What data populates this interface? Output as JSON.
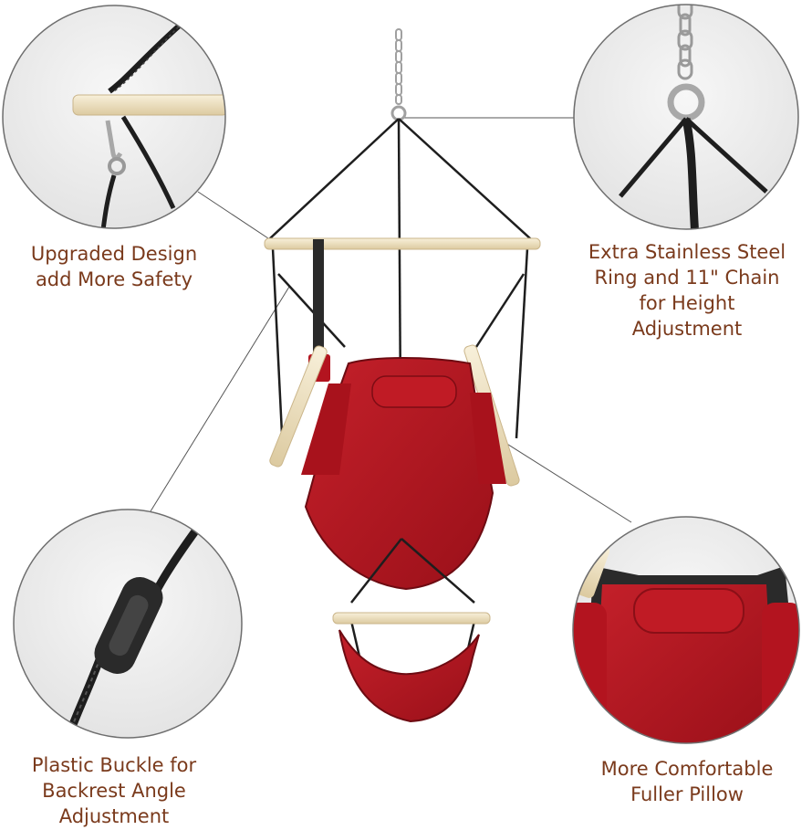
{
  "captions": {
    "top_left": [
      "Upgraded Design",
      "add More Safety"
    ],
    "top_right": [
      "Extra Stainless Steel",
      "Ring and 11\" Chain",
      "for Height",
      "Adjustment"
    ],
    "bottom_left": [
      "Plastic Buckle for",
      "Backrest Angle",
      "Adjustment"
    ],
    "bottom_right": [
      "More Comfortable",
      "Fuller Pillow"
    ]
  },
  "colors": {
    "caption_text": "#7a3a1c",
    "fabric_red": "#b3141f",
    "fabric_dark": "#8a0f17",
    "wood": "#efe3c4",
    "rope": "#1e1e1e",
    "metal": "#b8b8b8",
    "circle_bg": "#efefef",
    "circle_border": "#6e6e6e"
  },
  "icons": [
    "hook-icon",
    "chain-icon",
    "ring-icon",
    "buckle-icon",
    "pillow-icon"
  ]
}
